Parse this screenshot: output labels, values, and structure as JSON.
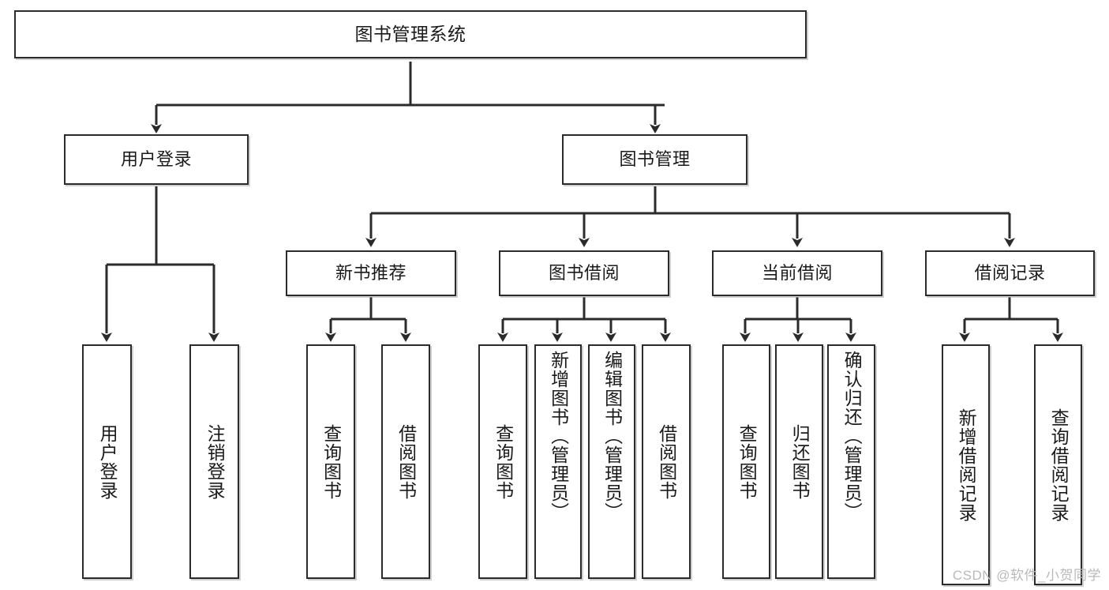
{
  "diagram": {
    "title": "图书管理系统",
    "watermark": "CSDN @软件_小贺同学",
    "line_color": "#2b2b2b",
    "box_border_color": "#2b2b2b",
    "box_fill": "#ffffff",
    "background": "#ffffff"
  },
  "nodes": {
    "root": {
      "label": "图书管理系统"
    },
    "level2": [
      {
        "label": "用户登录"
      },
      {
        "label": "图书管理"
      }
    ],
    "level3": [
      {
        "label": "新书推荐"
      },
      {
        "label": "图书借阅"
      },
      {
        "label": "当前借阅"
      },
      {
        "label": "借阅记录"
      }
    ],
    "leaves": {
      "user_login": [
        {
          "label": "用户登录"
        },
        {
          "label": "注销登录"
        }
      ],
      "new_book_recommend": [
        {
          "label": "查询图书"
        },
        {
          "label": "借阅图书"
        }
      ],
      "book_borrow": [
        {
          "label": "查询图书"
        },
        {
          "label": "新增图书（管理员）"
        },
        {
          "label": "编辑图书（管理员）"
        },
        {
          "label": "借阅图书"
        }
      ],
      "current_borrow": [
        {
          "label": "查询图书"
        },
        {
          "label": "归还图书"
        },
        {
          "label": "确认归还（管理员）"
        }
      ],
      "borrow_records": [
        {
          "label": "新增借阅记录"
        },
        {
          "label": "查询借阅记录"
        }
      ]
    }
  }
}
